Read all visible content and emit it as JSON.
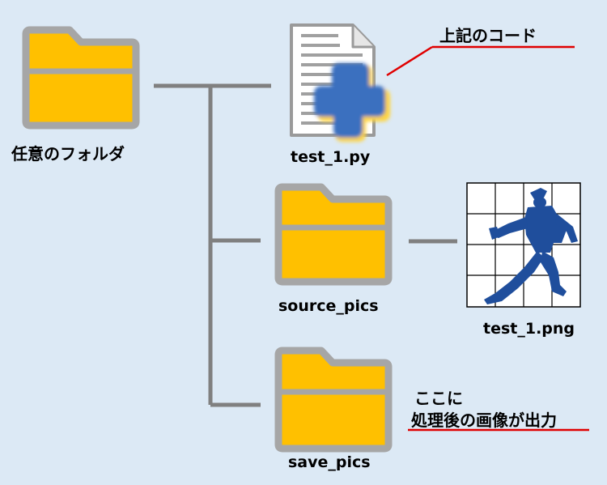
{
  "root_folder": {
    "label": "任意のフォルダ"
  },
  "script_file": {
    "label": "test_1.py",
    "icon": "python-file-icon"
  },
  "source_folder": {
    "label": "source_pics"
  },
  "image_file": {
    "label": "test_1.png",
    "icon": "image-thumbnail"
  },
  "save_folder": {
    "label": "save_pics"
  },
  "annotations": {
    "code_note": "上記のコード",
    "output_note_line1": "ここに",
    "output_note_line2": "処理後の画像が出力"
  },
  "colors": {
    "background": "#dce9f5",
    "folder_fill": "#ffc000",
    "folder_border": "#a6a6a6",
    "connector": "#808080",
    "annotation_line": "#e00000",
    "python_blue": "#3a6fbf",
    "python_yellow": "#ffd43b",
    "figure_blue": "#1f4e9c"
  }
}
